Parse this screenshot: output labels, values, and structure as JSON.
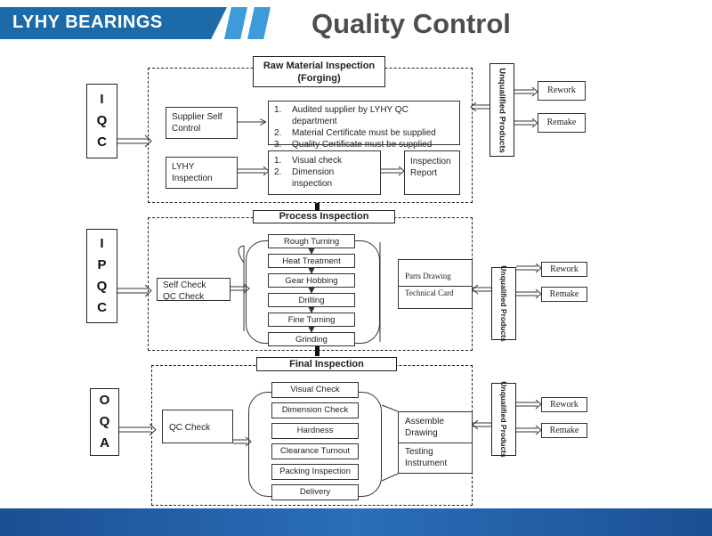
{
  "header": {
    "brand": "LYHY BEARINGS",
    "title": "Quality Control",
    "colors": {
      "brand_bar": "#1c6aa8",
      "title": "#4d4d4d",
      "footer": "#1e55a0"
    }
  },
  "iqc": {
    "side_letters": [
      "I",
      "Q",
      "C"
    ],
    "title_line1": "Raw Material Inspection",
    "title_line2": "(Forging)",
    "supplier_self_control": "Supplier  Self Control",
    "requirements": [
      {
        "n": "1.",
        "text": "Audited supplier by LYHY QC department"
      },
      {
        "n": "2.",
        "text": "Material Certificate must be supplied"
      },
      {
        "n": "3.",
        "text": "Quality Certificate must be supplied"
      }
    ],
    "lyhy_inspection": "LYHY Inspection",
    "checks": [
      {
        "n": "1.",
        "text": "Visual check"
      },
      {
        "n": "2.",
        "text": "Dimension inspection"
      }
    ],
    "inspection_report": "Inspection Report",
    "unqualified": "Unqualified Products",
    "rework": "Rework",
    "remake": "Remake"
  },
  "ipqc": {
    "side_letters": [
      "I",
      "P",
      "Q",
      "C"
    ],
    "title": "Process Inspection",
    "self_check": "Self Check",
    "qc_check": "QC Check",
    "steps": [
      "Rough Turning",
      "Heat Treatment",
      "Gear Hobbing",
      "Drilling",
      "Fine Turning",
      "Grinding"
    ],
    "parts_drawing": "Parts Drawing",
    "technical_card": "Technical Card",
    "unqualified": "Unqualified Products",
    "rework": "Rework",
    "remake": "Remake"
  },
  "oqa": {
    "side_letters": [
      "O",
      "Q",
      "A"
    ],
    "title": "Final Inspection",
    "qc_check": "QC Check",
    "steps": [
      "Visual Check",
      "Dimension Check",
      "Hardness",
      "Clearance Turnout",
      "Packing Inspection",
      "Delivery"
    ],
    "assemble_drawing": "Assemble Drawing",
    "testing_instrument": "Testing Instrument",
    "unqualified": "Unqualified Products",
    "rework": "Rework",
    "remake": "Remake"
  }
}
